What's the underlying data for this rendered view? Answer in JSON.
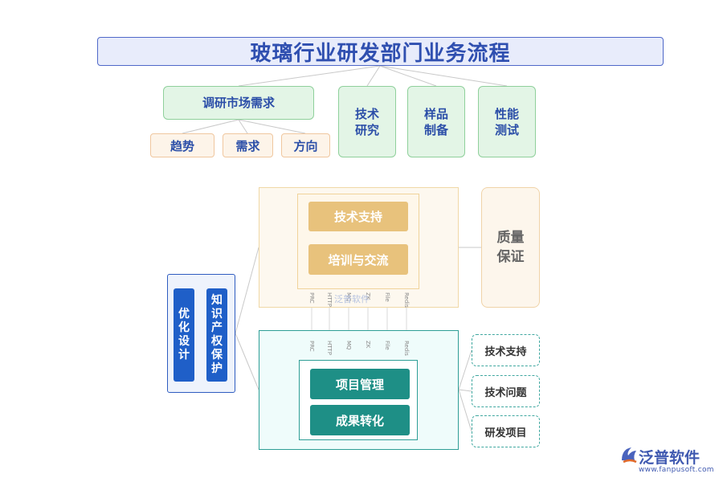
{
  "title": "玻璃行业研发部门业务流程",
  "market": {
    "label": "调研市场需求",
    "children": [
      "趋势",
      "需求",
      "方向"
    ]
  },
  "research_boxes": [
    {
      "line1": "技术",
      "line2": "研究"
    },
    {
      "line1": "样品",
      "line2": "制备"
    },
    {
      "line1": "性能",
      "line2": "测试"
    }
  ],
  "upper": {
    "items": [
      "技术支持",
      "培训与交流"
    ],
    "quality": {
      "line1": "质量",
      "line2": "保证"
    },
    "protocol_labels": [
      "PRC",
      "HTTP",
      "MQ",
      "ZK",
      "File",
      "Redis"
    ]
  },
  "lower": {
    "items": [
      "项目管理",
      "成果转化"
    ],
    "protocol_labels": [
      "PRC",
      "HTTP",
      "MQ",
      "ZK",
      "File",
      "Redis"
    ],
    "side_items": [
      "技术支持",
      "技术问题",
      "研发项目"
    ]
  },
  "left": {
    "col1": [
      "优",
      "化",
      "设",
      "计"
    ],
    "col2": [
      "知",
      "识",
      "产",
      "权",
      "保",
      "护"
    ]
  },
  "watermark": "泛普软件",
  "logo": {
    "text": "泛普软件",
    "url": "www.fanpusoft.com"
  },
  "colors": {
    "title_blue": "#2f4fb0",
    "green_fill": "#e3f5e6",
    "gold": "#e8c27c",
    "teal": "#1e8f86",
    "blue": "#1f5fc8"
  }
}
